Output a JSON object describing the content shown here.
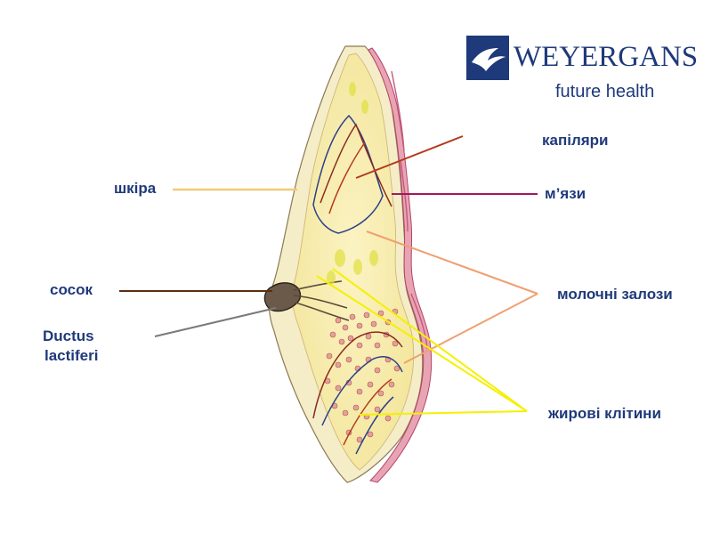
{
  "logo": {
    "brand": "WEYERGANS",
    "tagline": "future health",
    "icon": "bird-logo-icon"
  },
  "labels": {
    "capillaries": "капіляри",
    "skin": "шкіра",
    "muscles": "м’язи",
    "nipple": "сосок",
    "ductus_line1": "Ductus",
    "ductus_line2": "lactiferi",
    "mammary_glands": "молочні залози",
    "fat_cells": "жирові клітини"
  },
  "colors": {
    "label_text": "#1f3a7a",
    "brand": "#1f3a7a",
    "skin_line": "#f2c97a",
    "capillary_line": "#b33a1e",
    "muscle_line": "#a3185c",
    "nipple_line": "#5a2e0e",
    "ductus_line": "#7a7a7a",
    "gland_line": "#f0a070",
    "fat_line": "#f5f000"
  }
}
